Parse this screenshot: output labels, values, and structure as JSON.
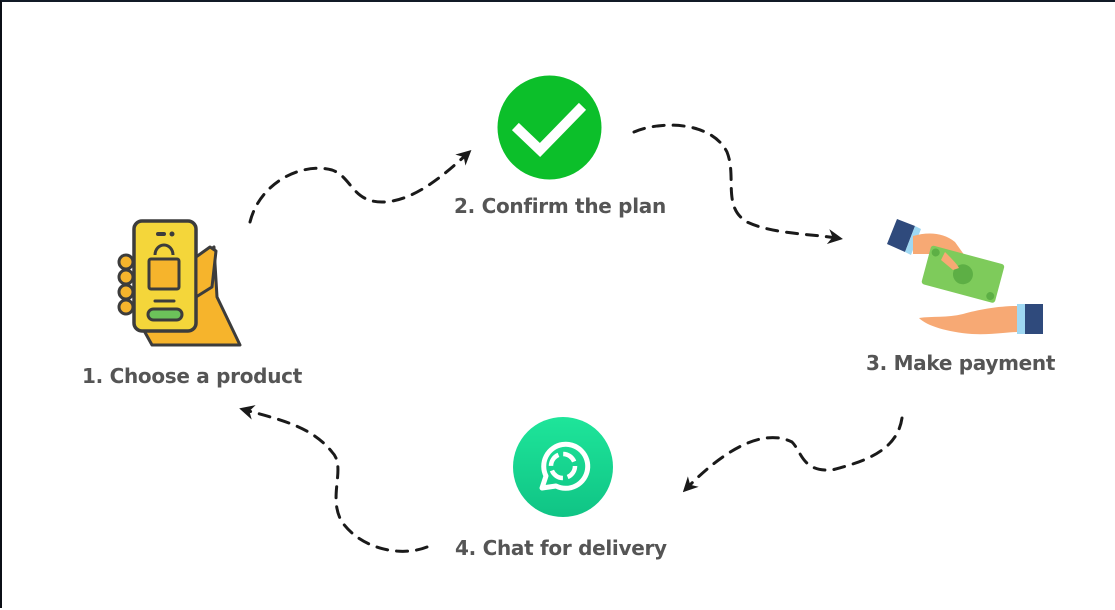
{
  "diagram": {
    "type": "process-cycle",
    "steps": [
      {
        "number": 1,
        "label": "1. Choose a product",
        "icon": "phone-shopping-bag-icon"
      },
      {
        "number": 2,
        "label": "2. Confirm the plan",
        "icon": "checkmark-circle-icon"
      },
      {
        "number": 3,
        "label": "3. Make payment",
        "icon": "hands-cash-payment-icon"
      },
      {
        "number": 4,
        "label": "4. Chat for delivery",
        "icon": "chat-bubble-icon"
      }
    ],
    "connectors": [
      {
        "from": 1,
        "to": 2,
        "style": "dashed-arrow"
      },
      {
        "from": 2,
        "to": 3,
        "style": "dashed-arrow"
      },
      {
        "from": 3,
        "to": 4,
        "style": "dashed-arrow"
      },
      {
        "from": 4,
        "to": 1,
        "style": "dashed-arrow"
      }
    ],
    "colors": {
      "label": "#555555",
      "arrow": "#1a1a1a",
      "check_green": "#0cbf2a",
      "chat_green": "#17c98a",
      "phone_yellow": "#f4d63a",
      "hand_orange": "#f6b42c",
      "cash_green": "#7ecb5b",
      "sleeve_blue": "#2f4a7c",
      "skin": "#f7a974"
    }
  }
}
